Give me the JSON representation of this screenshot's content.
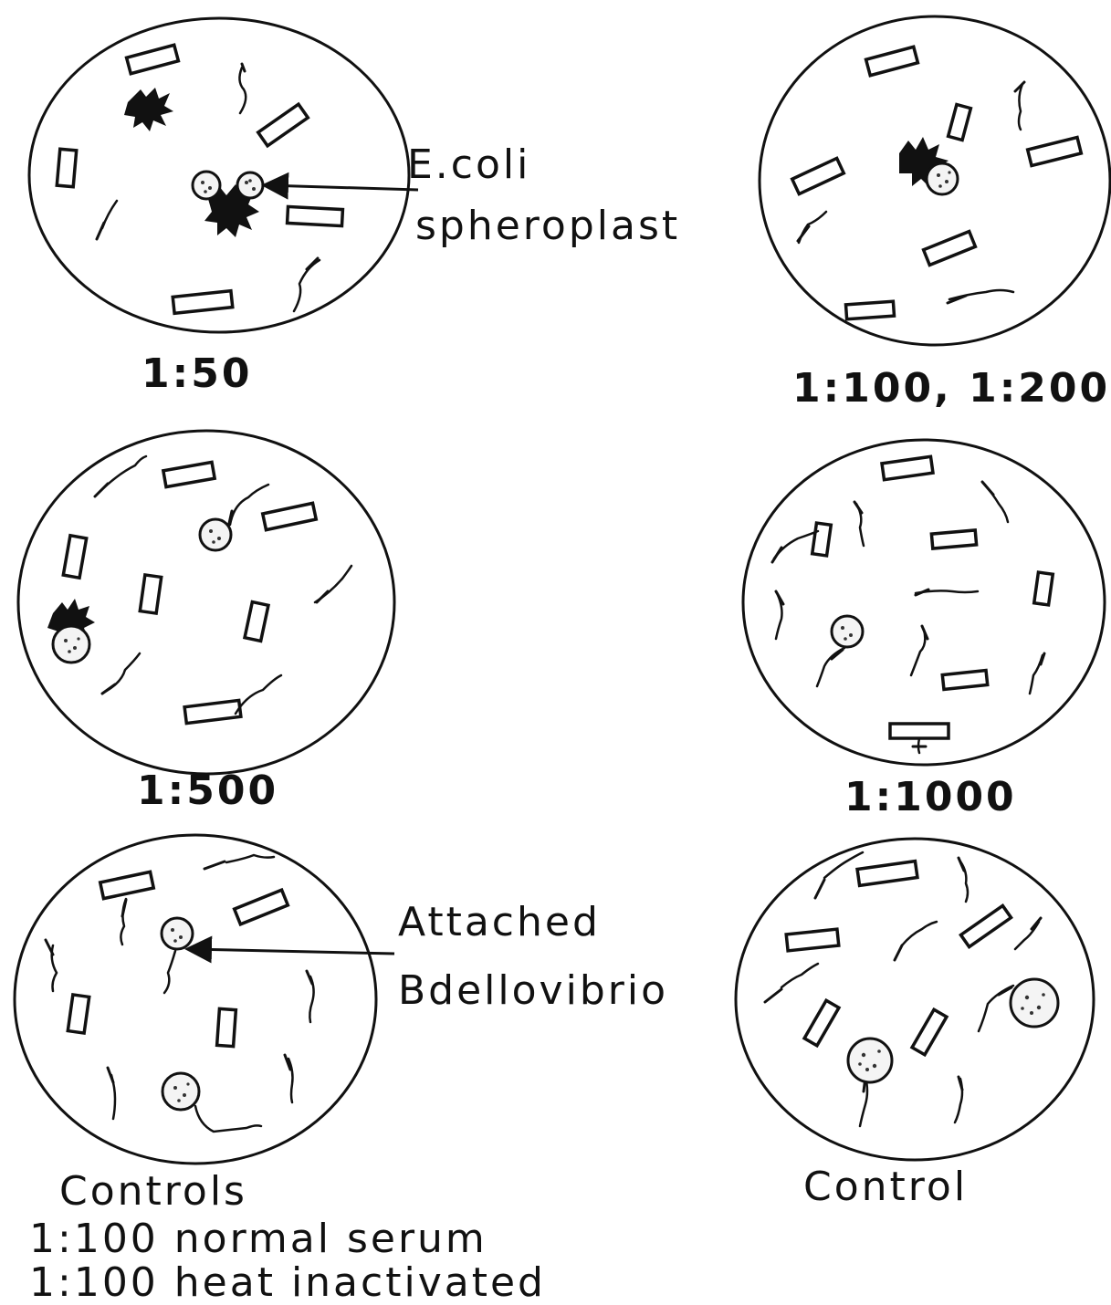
{
  "panels": {
    "p1": {
      "caption": "1:50"
    },
    "p2": {
      "caption": "1:100, 1:200"
    },
    "p3": {
      "caption": "1:500"
    },
    "p4": {
      "caption": "1:1000"
    },
    "p5": {
      "caption": "Controls",
      "caption_line2": "1:100 normal serum",
      "caption_line3": "1:100 heat inactivated"
    },
    "p6": {
      "caption": "Control"
    }
  },
  "callouts": {
    "ecoli": {
      "line1": "E.coli",
      "line2": "spheroplast"
    },
    "bdello": {
      "line1": "Attached",
      "line2": "Bdellovibrio"
    }
  }
}
